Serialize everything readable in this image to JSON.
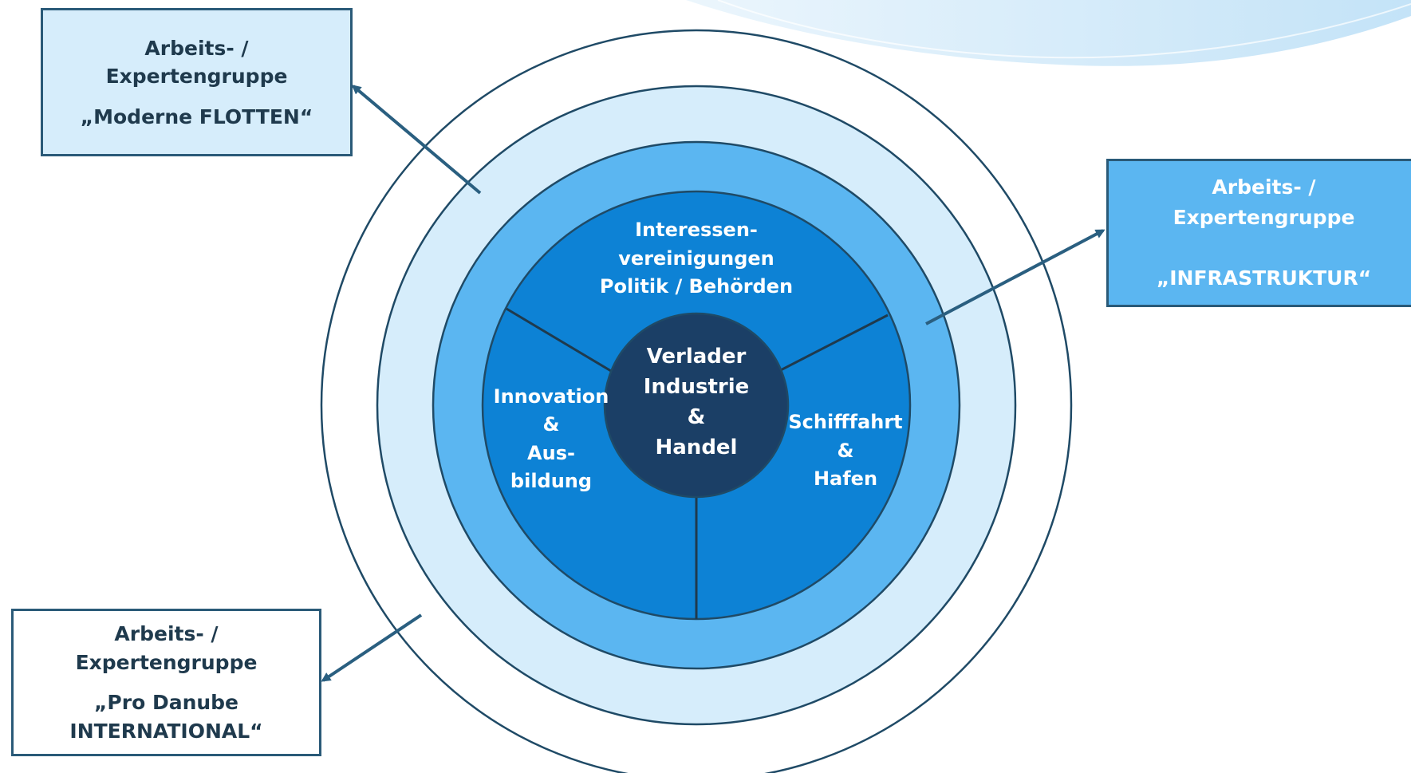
{
  "diagram": {
    "center": {
      "line1": "Verlader",
      "line2": "Industrie",
      "line3": "&",
      "line4": "Handel"
    },
    "segments": {
      "top": {
        "line1": "Interessen-",
        "line2": "vereinigungen",
        "line3": "Politik / Behörden"
      },
      "left": {
        "line1": "Innovation",
        "line2": "&",
        "line3": "Aus-",
        "line4": "bildung"
      },
      "right": {
        "line1": "Schifffahrt",
        "line2": "&",
        "line3": "Hafen"
      }
    }
  },
  "groups": {
    "flotten": {
      "line1": "Arbeits- /",
      "line2": "Expertengruppe",
      "line3": "„Moderne FLOTTEN“"
    },
    "infrastruktur": {
      "line1": "Arbeits- /",
      "line2": "Expertengruppe",
      "line3": "„INFRASTRUKTUR“"
    },
    "danube": {
      "line1": "Arbeits- /",
      "line2": "Expertengruppe",
      "line3": "„Pro Danube",
      "line4": "INTERNATIONAL“"
    }
  },
  "colors": {
    "outer_ring": "#ffffff",
    "light_ring": "#d6edfb",
    "mid_ring": "#5bb6f1",
    "inner_disc": "#0d82d5",
    "core": "#1b3f66",
    "outline": "#1f4a66",
    "arrow": "#2a5f80"
  }
}
